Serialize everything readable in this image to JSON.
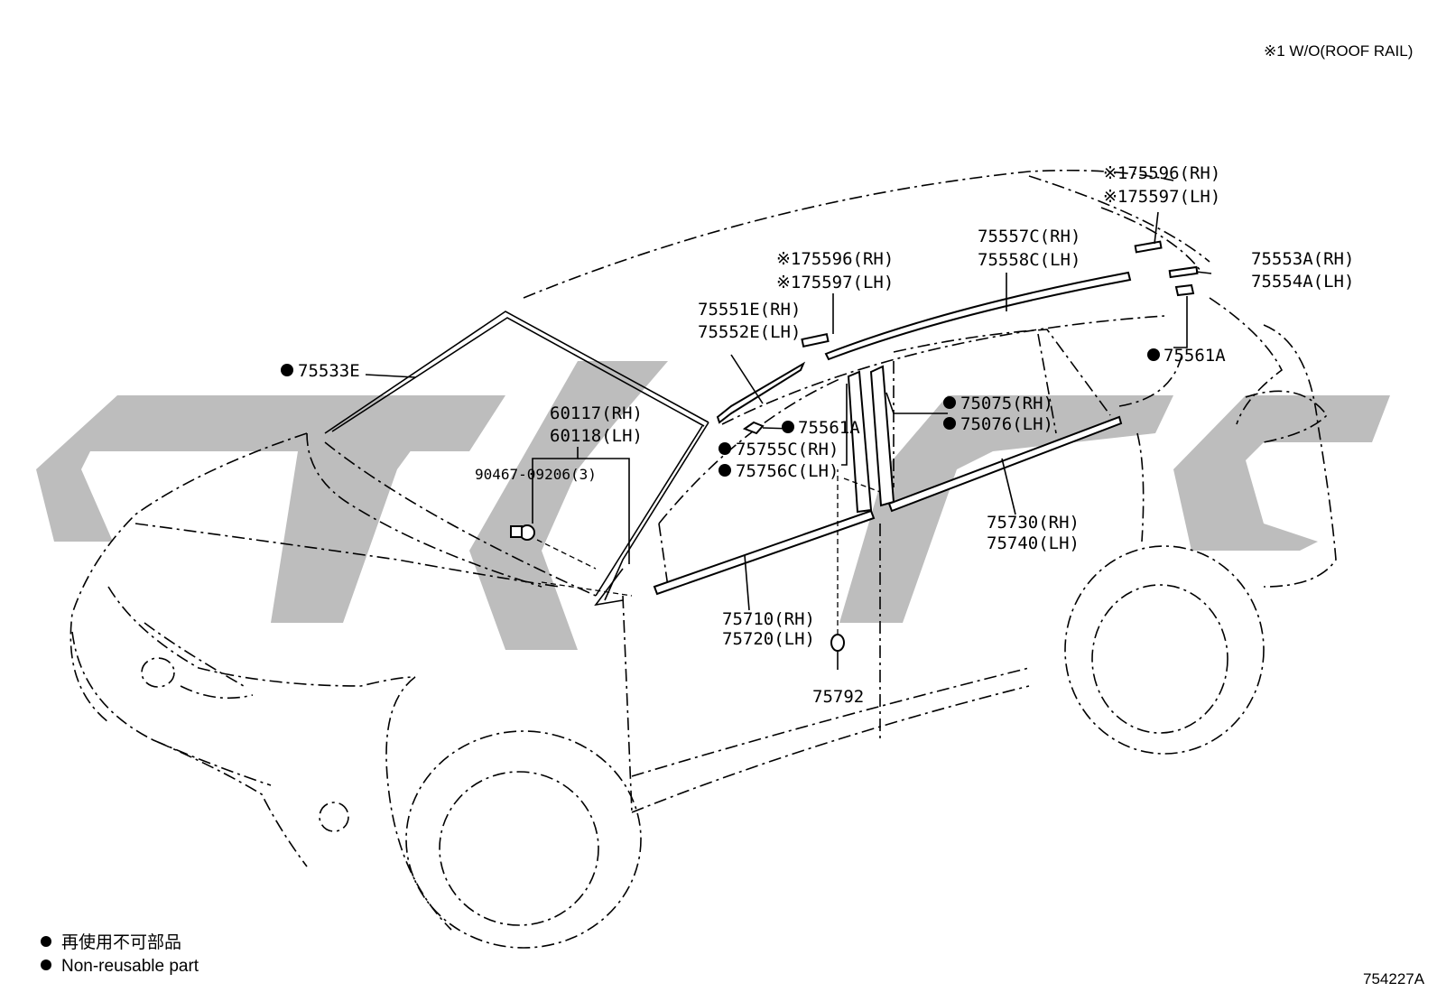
{
  "header": {
    "footnote": "※1 W/O(ROOF RAIL)"
  },
  "figure_id": "754227A",
  "legend": {
    "mark": "●",
    "jp": "再使用不可部品",
    "en": "Non-reusable part"
  },
  "labels": [
    "※175596(RH)",
    "※175597(LH)",
    "75557C(RH)",
    "75558C(LH)",
    "75553A(RH)",
    "75554A(LH)",
    "※175596(RH)",
    "※175597(LH)",
    "75551E(RH)",
    "75552E(LH)",
    "75561A",
    "75533E",
    "75075(RH)",
    "75076(LH)",
    "60117(RH)",
    "60118(LH)",
    "75561A",
    "75755C(RH)",
    "75756C(LH)",
    "90467-09206(3)",
    "75730(RH)",
    "75740(LH)",
    "75710(RH)",
    "75720(LH)",
    "75792"
  ],
  "nonreusable": [
    "75561A",
    "75533E",
    "75075(RH)",
    "75076(LH)",
    "75561A",
    "75755C(RH)",
    "75756C(LH)"
  ],
  "colors": {
    "ink": "#000000",
    "watermark": "#bdbdbd",
    "background": "#ffffff"
  }
}
